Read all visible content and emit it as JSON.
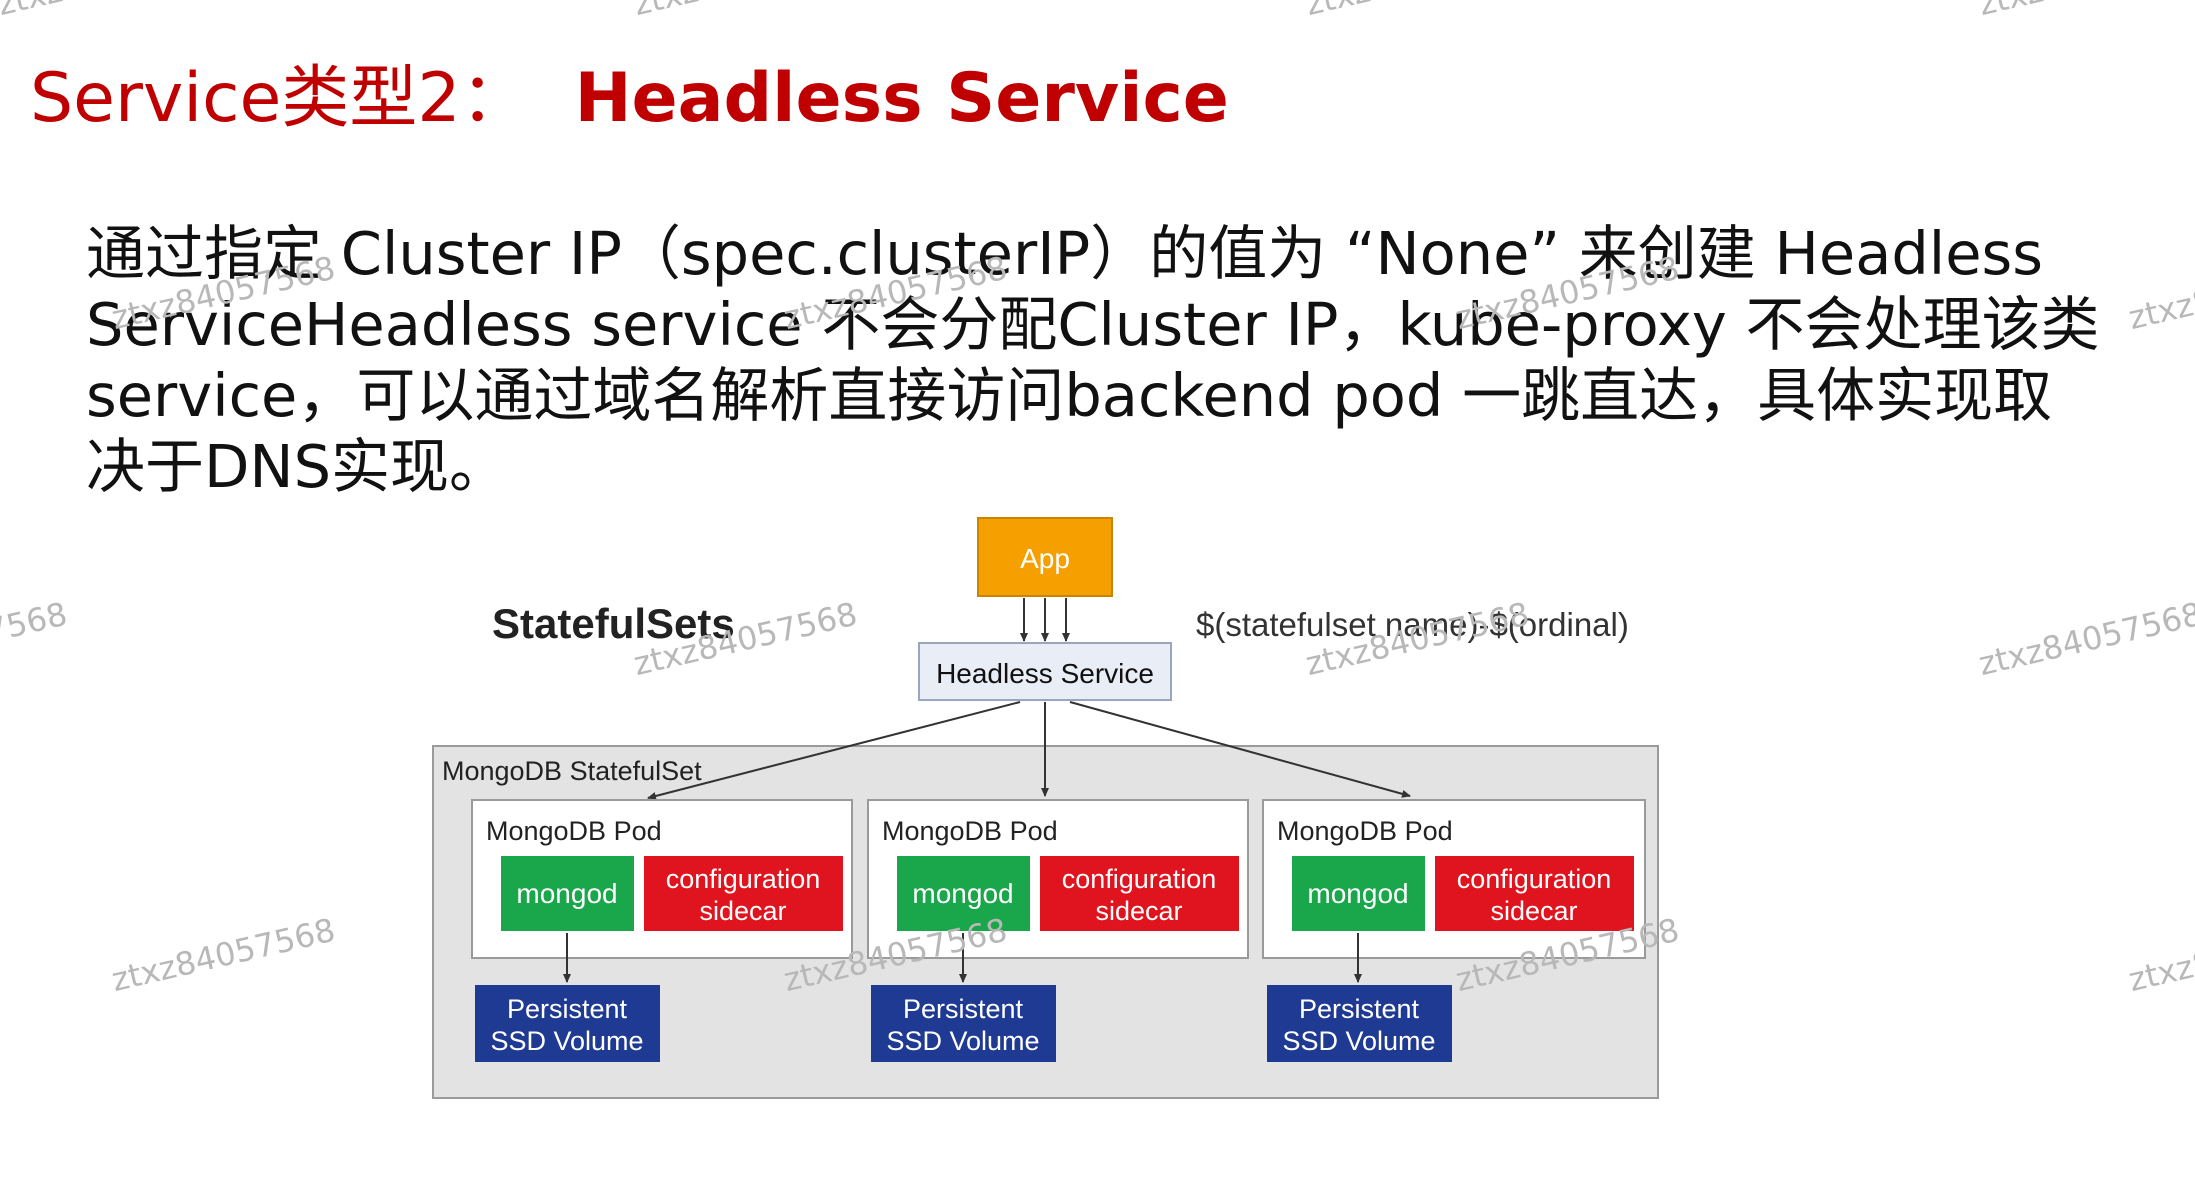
{
  "title": {
    "prefix": "Service类型2：",
    "bold": "Headless Service"
  },
  "paragraph": {
    "lines": [
      "通过指定 Cluster IP（spec.clusterIP）的值为 “None” 来创建 Headless",
      "ServiceHeadless service 不会分配Cluster IP，kube-proxy 不会处理该类",
      "service，可以通过域名解析直接访问backend pod 一跳直达，具体实现取",
      "决于DNS实现。"
    ]
  },
  "diagram": {
    "heading": "StatefulSets",
    "app_label": "App",
    "headless_service_label": "Headless Service",
    "naming_note": "$(statefulset name)-$(ordinal)",
    "statefulset_label": "MongoDB StatefulSet",
    "pods": [
      {
        "title": "MongoDB Pod",
        "container": "mongod",
        "sidecar_line1": "configuration",
        "sidecar_line2": "sidecar",
        "volume_line1": "Persistent",
        "volume_line2": "SSD Volume"
      },
      {
        "title": "MongoDB Pod",
        "container": "mongod",
        "sidecar_line1": "configuration",
        "sidecar_line2": "sidecar",
        "volume_line1": "Persistent",
        "volume_line2": "SSD Volume"
      },
      {
        "title": "MongoDB Pod",
        "container": "mongod",
        "sidecar_line1": "configuration",
        "sidecar_line2": "sidecar",
        "volume_line1": "Persistent",
        "volume_line2": "SSD Volume"
      }
    ],
    "colors": {
      "app": "#f5a000",
      "service_fill": "#e8edf6",
      "statefulset_fill": "#e3e3e3",
      "mongod": "#1aa64a",
      "sidecar": "#e0141e",
      "volume": "#1f3a93"
    }
  },
  "watermark": "ztxz84057568"
}
